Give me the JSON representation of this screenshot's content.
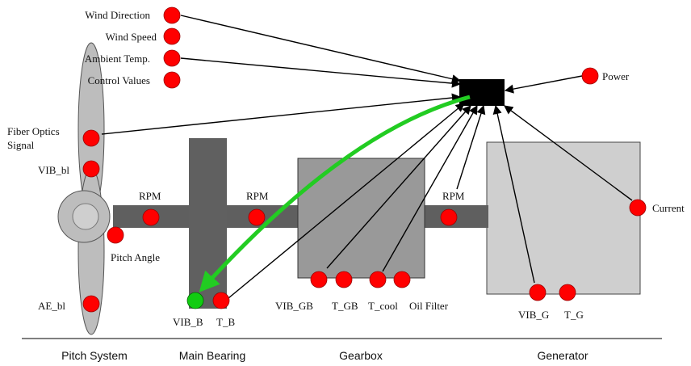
{
  "colors": {
    "sensor_red": "#ff0000",
    "sensor_green": "#11cc11",
    "data_flow_green": "#22cc22",
    "hub": "#000000",
    "shaft": "#5f5f5f",
    "main_bearing": "#606060",
    "gearbox_body": "#999999",
    "generator_body": "#cfcfcf",
    "blade": "#bdbdbd"
  },
  "labels": {
    "wind_direction": "Wind Direction",
    "wind_speed": "Wind Speed",
    "ambient_temp": "Ambient Temp.",
    "control_values": "Control Values",
    "power": "Power",
    "fiber_optics_line1": "Fiber Optics",
    "fiber_optics_line2": "Signal",
    "vib_bl": "VIB_bl",
    "pitch_angle": "Pitch Angle",
    "ae_bl": "AE_bl",
    "rpm_1": "RPM",
    "rpm_2": "RPM",
    "rpm_3": "RPM",
    "current": "Current",
    "vib_b": "VIB_B",
    "t_b": "T_B",
    "vib_gb": "VIB_GB",
    "t_gb": "T_GB",
    "t_cool": "T_cool",
    "oil_filter": "Oil Filter",
    "vib_g": "VIB_G",
    "t_g": "T_G"
  },
  "sections": {
    "pitch_system": "Pitch System",
    "main_bearing": "Main Bearing",
    "gearbox": "Gearbox",
    "generator": "Generator"
  }
}
